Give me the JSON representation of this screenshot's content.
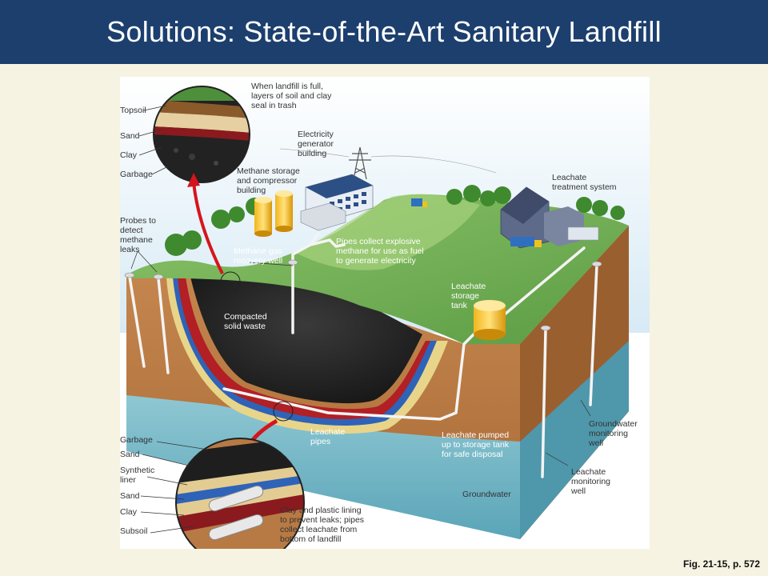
{
  "slide": {
    "title": "Solutions: State-of-the-Art Sanitary Landfill",
    "caption": "Fig. 21-15, p. 572"
  },
  "labels": {
    "when_full": "When landfill is full,\nlayers of soil and clay\nseal in trash",
    "topsoil": "Topsoil",
    "sand_top": "Sand",
    "clay_top": "Clay",
    "garbage_top": "Garbage",
    "electricity": "Electricity\ngenerator\nbuilding",
    "methane_storage": "Methane storage\nand compressor\nbuilding",
    "leachate_treatment": "Leachate\ntreatment system",
    "probes": "Probes to\ndetect\nmethane\nleaks",
    "methane_well": "Methane gas\nrecovery well",
    "pipes_collect": "Pipes collect explosive\nmethane for use as fuel\nto generate electricity",
    "compacted": "Compacted\nsolid waste",
    "leachate_storage": "Leachate\nstorage\ntank",
    "leachate_pipes": "Leachate\npipes",
    "leachate_pumped": "Leachate pumped\nup to storage tank\nfor safe disposal",
    "groundwater_well": "Groundwater\nmonitoring\nwell",
    "leachate_well": "Leachate\nmonitoring\nwell",
    "groundwater": "Groundwater",
    "garbage_bottom": "Garbage",
    "sand_bottom1": "Sand",
    "synthetic_liner": "Synthetic\nliner",
    "sand_bottom2": "Sand",
    "clay_bottom": "Clay",
    "subsoil": "Subsoil",
    "clay_plastic": "Clay and plastic lining\nto prevent leaks; pipes\ncollect leachate from\nbottom of landfill"
  }
}
